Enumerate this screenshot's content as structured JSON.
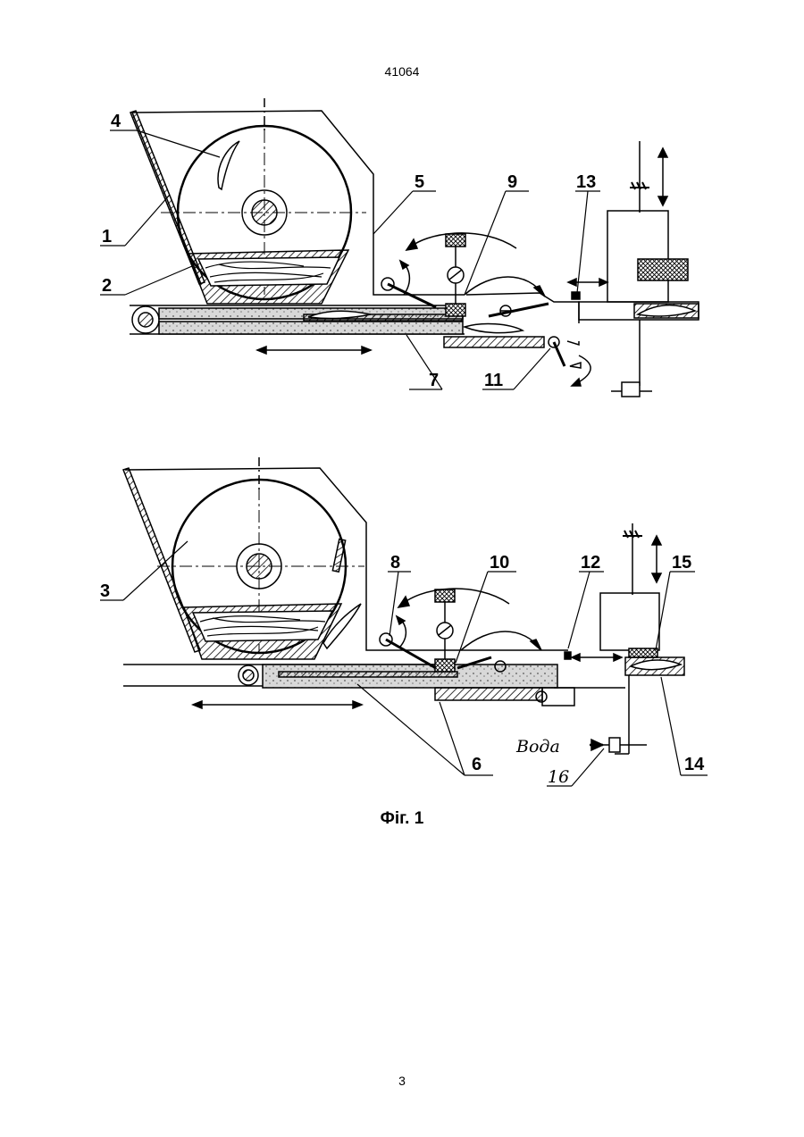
{
  "document": {
    "header_number": "41064",
    "page_number": "3",
    "caption": "Фіг. 1"
  },
  "figure_top": {
    "labels": [
      "1",
      "2",
      "4",
      "5",
      "7",
      "9",
      "11",
      "13"
    ]
  },
  "figure_bottom": {
    "labels": [
      "3",
      "6",
      "8",
      "10",
      "12",
      "14",
      "15",
      "16"
    ],
    "water_label": "Вода"
  }
}
